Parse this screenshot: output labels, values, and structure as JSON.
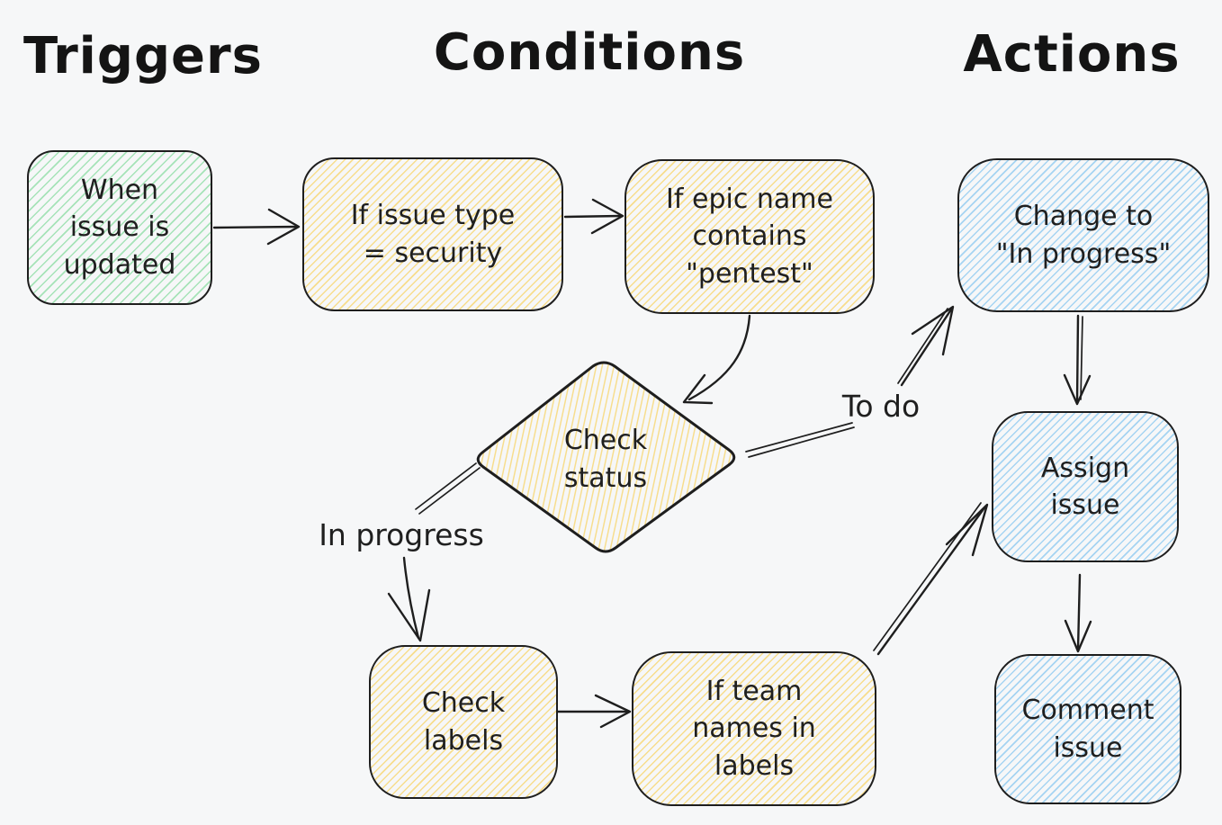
{
  "diagram": {
    "columns": [
      {
        "label": "Triggers"
      },
      {
        "label": "Conditions"
      },
      {
        "label": "Actions"
      }
    ],
    "nodes": {
      "trigger_when_updated": {
        "label": "When\nissue is\nupdated",
        "kind": "trigger",
        "color": "green"
      },
      "cond_issue_type": {
        "label": "If issue type\n= security",
        "kind": "condition",
        "color": "yellow"
      },
      "cond_epic_name": {
        "label": "If epic name\ncontains\n\"pentest\"",
        "kind": "condition",
        "color": "yellow"
      },
      "decision_check_status": {
        "label": "Check\nstatus",
        "kind": "decision",
        "color": "yellow"
      },
      "cond_check_labels": {
        "label": "Check\nlabels",
        "kind": "condition",
        "color": "yellow"
      },
      "cond_team_names": {
        "label": "If team\nnames in\nlabels",
        "kind": "condition",
        "color": "yellow"
      },
      "action_change_status": {
        "label": "Change to\n\"In progress\"",
        "kind": "action",
        "color": "blue"
      },
      "action_assign": {
        "label": "Assign\nissue",
        "kind": "action",
        "color": "blue"
      },
      "action_comment": {
        "label": "Comment\nissue",
        "kind": "action",
        "color": "blue"
      }
    },
    "edge_labels": {
      "to_do": {
        "text": "To do"
      },
      "in_progress": {
        "text": "In progress"
      }
    },
    "colors": {
      "background": "#f6f7f8",
      "stroke": "#1e1e1e",
      "text": "#1f1f1f",
      "green_hatch": "#a6e3b8",
      "yellow_hatch": "#f7dd8d",
      "blue_hatch": "#a6d4f2"
    }
  }
}
